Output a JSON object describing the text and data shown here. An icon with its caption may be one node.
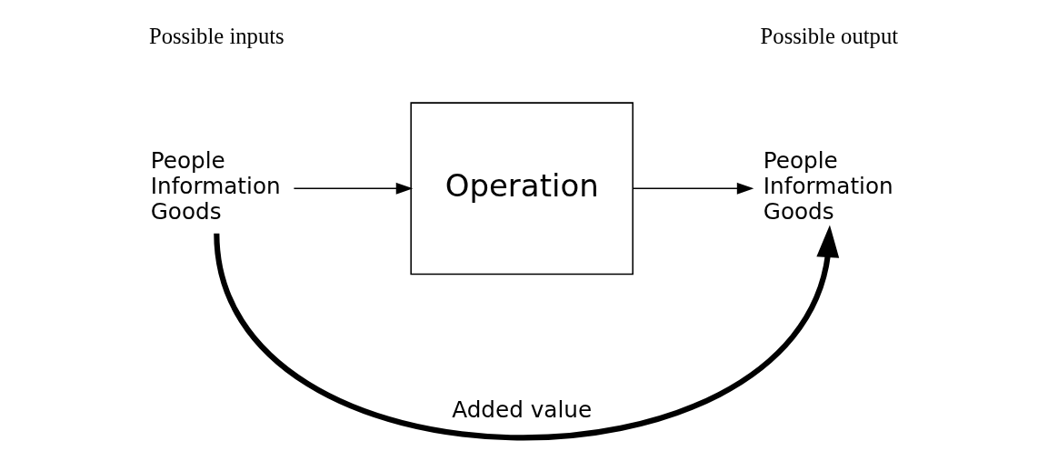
{
  "diagram": {
    "nodes": [
      {
        "text": [
          "People Information Goods"
        ]
      },
      {
        "text": [
          "Operation"
        ]
      },
      {
        "text": [
          "People Information Goods"
        ]
      }
    ],
    "edges": [
      {
        "from": 0,
        "to": 1,
        "arrow": "to"
      },
      {
        "from": 1,
        "to": 2,
        "arrow": "to"
      },
      {
        "from": 0,
        "to": 2,
        "arrow": "to",
        "label": "Added value",
        "style": "thick"
      }
    ],
    "labels": [
      "Possible inputs",
      "Possible output"
    ]
  }
}
